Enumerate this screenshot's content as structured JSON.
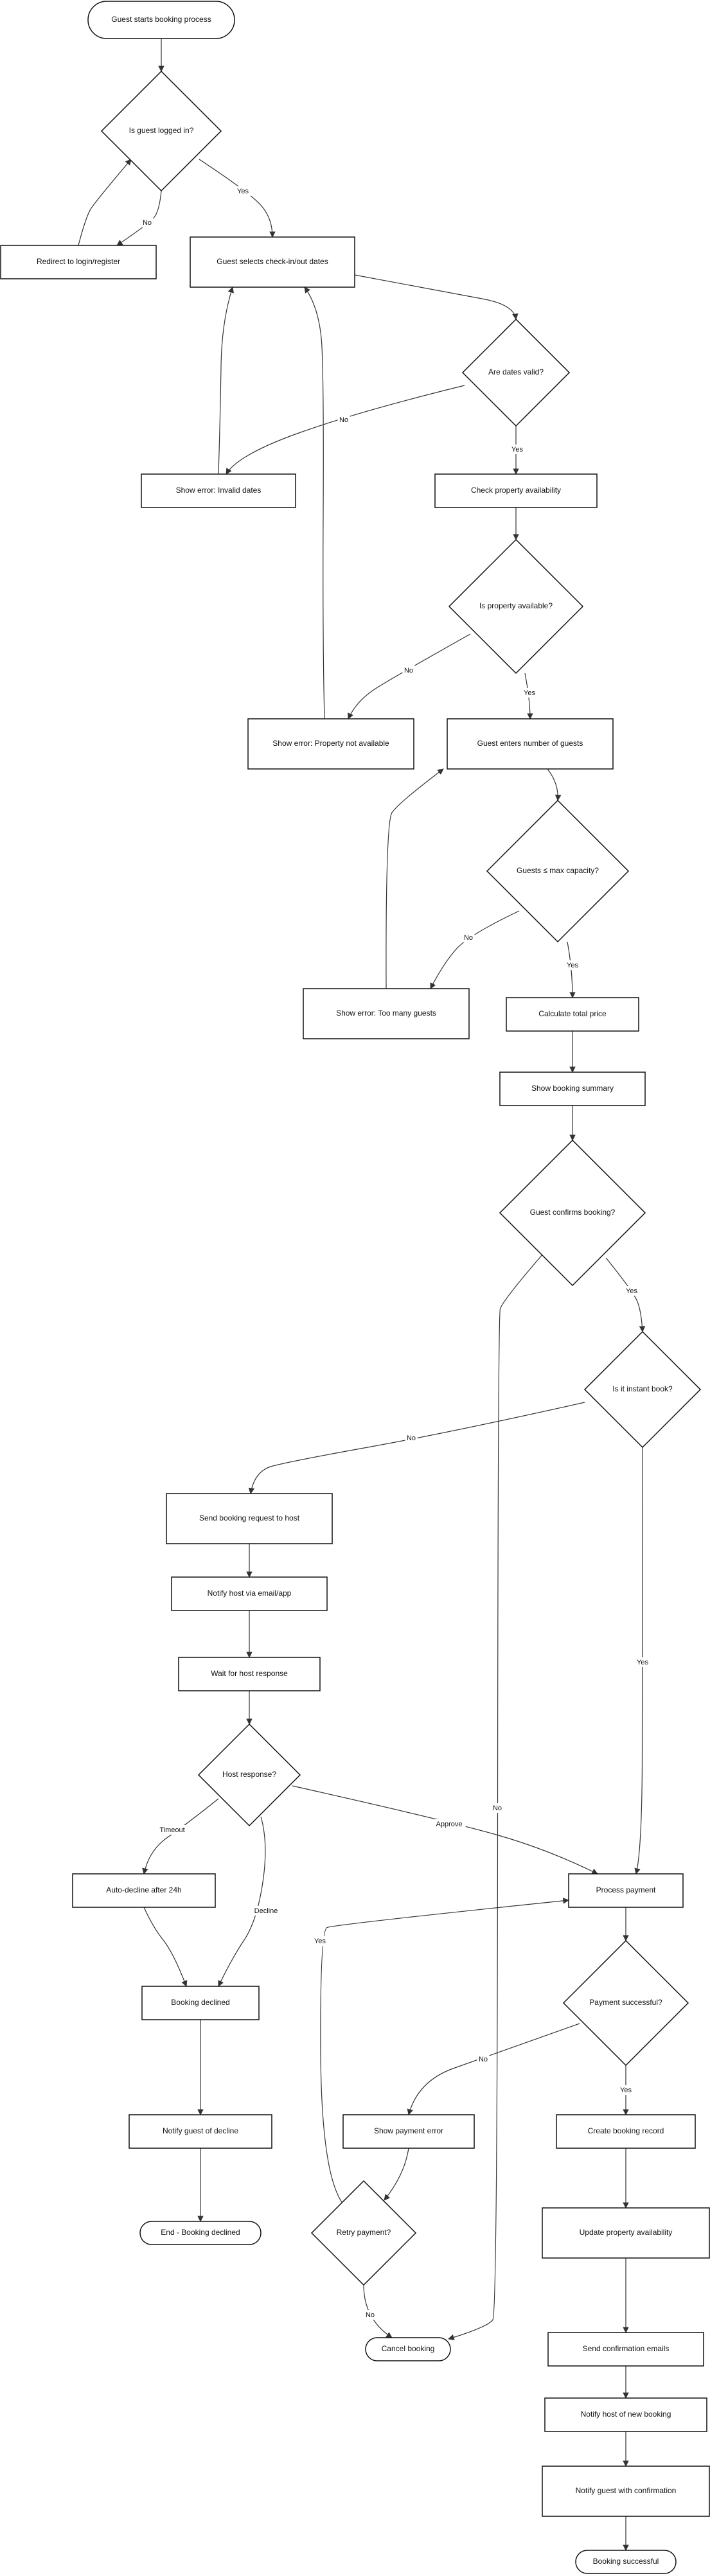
{
  "colors": {
    "stroke": "#111111",
    "edge": "#333333",
    "fill": "#ffffff",
    "background": "#ffffff"
  },
  "nodes": [
    {
      "id": "start",
      "shape": "terminal",
      "label": "Guest starts booking process"
    },
    {
      "id": "logged_in",
      "shape": "decision",
      "label": "Is guest logged in?"
    },
    {
      "id": "redirect_login",
      "shape": "process",
      "label": "Redirect to login/register"
    },
    {
      "id": "select_dates",
      "shape": "process",
      "label": "Guest selects check-in/out dates"
    },
    {
      "id": "dates_valid",
      "shape": "decision",
      "label": "Are dates valid?"
    },
    {
      "id": "error_dates",
      "shape": "process",
      "label": "Show error: Invalid dates"
    },
    {
      "id": "check_availability",
      "shape": "process",
      "label": "Check property availability"
    },
    {
      "id": "property_available",
      "shape": "decision",
      "label": "Is property available?"
    },
    {
      "id": "error_unavailable",
      "shape": "process",
      "label": "Show error: Property not available"
    },
    {
      "id": "enter_guests",
      "shape": "process",
      "label": "Guest enters number of guests"
    },
    {
      "id": "guest_capacity",
      "shape": "decision",
      "label": "Guests ≤ max capacity?"
    },
    {
      "id": "error_guests",
      "shape": "process",
      "label": "Show error: Too many guests"
    },
    {
      "id": "calc_price",
      "shape": "process",
      "label": "Calculate total price"
    },
    {
      "id": "booking_summary",
      "shape": "process",
      "label": "Show booking summary"
    },
    {
      "id": "confirm_booking",
      "shape": "decision",
      "label": "Guest confirms booking?"
    },
    {
      "id": "instant_book",
      "shape": "decision",
      "label": "Is it instant book?"
    },
    {
      "id": "send_request",
      "shape": "process",
      "label": "Send booking request to host"
    },
    {
      "id": "notify_host",
      "shape": "process",
      "label": "Notify host via email/app"
    },
    {
      "id": "wait_host",
      "shape": "process",
      "label": "Wait for host response"
    },
    {
      "id": "host_response",
      "shape": "decision",
      "label": "Host response?"
    },
    {
      "id": "auto_decline",
      "shape": "process",
      "label": "Auto-decline after 24h"
    },
    {
      "id": "process_payment",
      "shape": "process",
      "label": "Process payment"
    },
    {
      "id": "booking_declined",
      "shape": "process",
      "label": "Booking declined"
    },
    {
      "id": "payment_success",
      "shape": "decision",
      "label": "Payment successful?"
    },
    {
      "id": "notify_decline",
      "shape": "process",
      "label": "Notify guest of decline"
    },
    {
      "id": "payment_error",
      "shape": "process",
      "label": "Show payment error"
    },
    {
      "id": "create_record",
      "shape": "process",
      "label": "Create booking record"
    },
    {
      "id": "end_declined",
      "shape": "terminal",
      "label": "End - Booking declined"
    },
    {
      "id": "retry_payment",
      "shape": "decision",
      "label": "Retry payment?"
    },
    {
      "id": "update_availability",
      "shape": "process",
      "label": "Update property availability"
    },
    {
      "id": "cancel_booking",
      "shape": "terminal",
      "label": "Cancel booking"
    },
    {
      "id": "send_emails",
      "shape": "process",
      "label": "Send confirmation emails"
    },
    {
      "id": "notify_host_new",
      "shape": "process",
      "label": "Notify host of new booking"
    },
    {
      "id": "notify_guest_confirm",
      "shape": "process",
      "label": "Notify guest with confirmation"
    },
    {
      "id": "booking_successful",
      "shape": "terminal",
      "label": "Booking successful"
    }
  ],
  "edges": [
    {
      "id": "start-logged_in",
      "from": "start",
      "to": "logged_in",
      "label": ""
    },
    {
      "id": "logged_in-redirect_login",
      "from": "logged_in",
      "to": "redirect_login",
      "label": "No"
    },
    {
      "id": "logged_in-select_dates",
      "from": "logged_in",
      "to": "select_dates",
      "label": "Yes"
    },
    {
      "id": "redirect_login-logged_in",
      "from": "redirect_login",
      "to": "logged_in",
      "label": ""
    },
    {
      "id": "select_dates-dates_valid",
      "from": "select_dates",
      "to": "dates_valid",
      "label": ""
    },
    {
      "id": "dates_valid-error_dates",
      "from": "dates_valid",
      "to": "error_dates",
      "label": "No"
    },
    {
      "id": "dates_valid-check_availability",
      "from": "dates_valid",
      "to": "check_availability",
      "label": "Yes"
    },
    {
      "id": "error_dates-select_dates",
      "from": "error_dates",
      "to": "select_dates",
      "label": ""
    },
    {
      "id": "check_availability-property_available",
      "from": "check_availability",
      "to": "property_available",
      "label": ""
    },
    {
      "id": "property_available-error_unavailable",
      "from": "property_available",
      "to": "error_unavailable",
      "label": "No"
    },
    {
      "id": "property_available-enter_guests",
      "from": "property_available",
      "to": "enter_guests",
      "label": "Yes"
    },
    {
      "id": "error_unavailable-select_dates",
      "from": "error_unavailable",
      "to": "select_dates",
      "label": ""
    },
    {
      "id": "enter_guests-guest_capacity",
      "from": "enter_guests",
      "to": "guest_capacity",
      "label": ""
    },
    {
      "id": "guest_capacity-error_guests",
      "from": "guest_capacity",
      "to": "error_guests",
      "label": "No"
    },
    {
      "id": "guest_capacity-calc_price",
      "from": "guest_capacity",
      "to": "calc_price",
      "label": "Yes"
    },
    {
      "id": "error_guests-enter_guests",
      "from": "error_guests",
      "to": "enter_guests",
      "label": ""
    },
    {
      "id": "calc_price-booking_summary",
      "from": "calc_price",
      "to": "booking_summary",
      "label": ""
    },
    {
      "id": "booking_summary-confirm_booking",
      "from": "booking_summary",
      "to": "confirm_booking",
      "label": ""
    },
    {
      "id": "confirm_booking-instant_book",
      "from": "confirm_booking",
      "to": "instant_book",
      "label": "Yes"
    },
    {
      "id": "confirm_booking-cancel_booking",
      "from": "confirm_booking",
      "to": "cancel_booking",
      "label": "No"
    },
    {
      "id": "instant_book-process_payment",
      "from": "instant_book",
      "to": "process_payment",
      "label": "Yes"
    },
    {
      "id": "instant_book-send_request",
      "from": "instant_book",
      "to": "send_request",
      "label": "No"
    },
    {
      "id": "send_request-notify_host",
      "from": "send_request",
      "to": "notify_host",
      "label": ""
    },
    {
      "id": "notify_host-wait_host",
      "from": "notify_host",
      "to": "wait_host",
      "label": ""
    },
    {
      "id": "wait_host-host_response",
      "from": "wait_host",
      "to": "host_response",
      "label": ""
    },
    {
      "id": "host_response-process_payment",
      "from": "host_response",
      "to": "process_payment",
      "label": "Approve"
    },
    {
      "id": "host_response-booking_declined",
      "from": "host_response",
      "to": "booking_declined",
      "label": "Decline"
    },
    {
      "id": "host_response-auto_decline",
      "from": "host_response",
      "to": "auto_decline",
      "label": "Timeout"
    },
    {
      "id": "auto_decline-booking_declined",
      "from": "auto_decline",
      "to": "booking_declined",
      "label": ""
    },
    {
      "id": "booking_declined-notify_decline",
      "from": "booking_declined",
      "to": "notify_decline",
      "label": ""
    },
    {
      "id": "notify_decline-end_declined",
      "from": "notify_decline",
      "to": "end_declined",
      "label": ""
    },
    {
      "id": "process_payment-payment_success",
      "from": "process_payment",
      "to": "payment_success",
      "label": ""
    },
    {
      "id": "payment_success-create_record",
      "from": "payment_success",
      "to": "create_record",
      "label": "Yes"
    },
    {
      "id": "payment_success-payment_error",
      "from": "payment_success",
      "to": "payment_error",
      "label": "No"
    },
    {
      "id": "payment_error-retry_payment",
      "from": "payment_error",
      "to": "retry_payment",
      "label": ""
    },
    {
      "id": "retry_payment-process_payment",
      "from": "retry_payment",
      "to": "process_payment",
      "label": "Yes"
    },
    {
      "id": "retry_payment-cancel_booking",
      "from": "retry_payment",
      "to": "cancel_booking",
      "label": "No"
    },
    {
      "id": "create_record-update_availability",
      "from": "create_record",
      "to": "update_availability",
      "label": ""
    },
    {
      "id": "update_availability-send_emails",
      "from": "update_availability",
      "to": "send_emails",
      "label": ""
    },
    {
      "id": "send_emails-notify_host_new",
      "from": "send_emails",
      "to": "notify_host_new",
      "label": ""
    },
    {
      "id": "notify_host_new-notify_guest_confirm",
      "from": "notify_host_new",
      "to": "notify_guest_confirm",
      "label": ""
    },
    {
      "id": "notify_guest_confirm-booking_successful",
      "from": "notify_guest_confirm",
      "to": "booking_successful",
      "label": ""
    }
  ]
}
